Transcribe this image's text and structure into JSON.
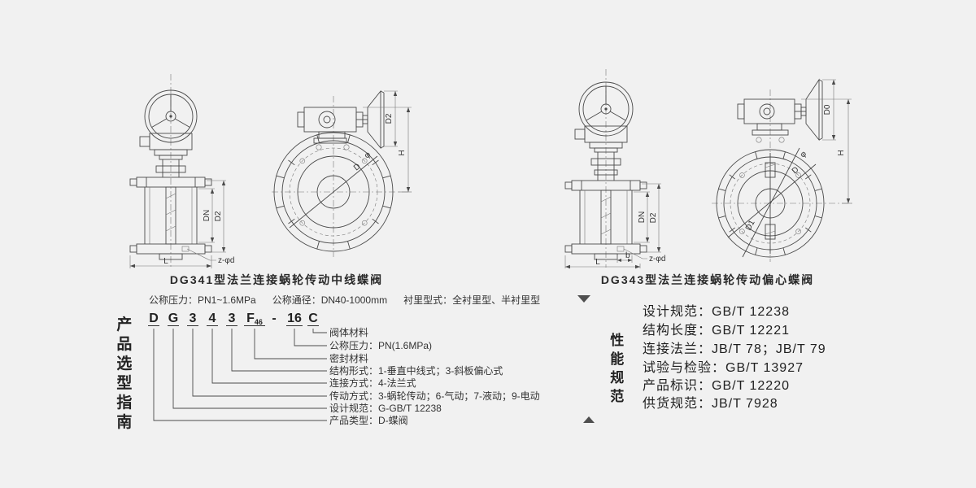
{
  "left_diagram": {
    "caption": "DG341型法兰连接蜗轮传动中线蝶阀",
    "front": {
      "dn": "DN",
      "d2": "D2",
      "l": "L",
      "bolt_holes": "z-φd"
    },
    "side": {
      "d2": "D2",
      "h": "H",
      "d": "D",
      "phi": "φ"
    }
  },
  "right_diagram": {
    "caption": "DG343型法兰连接蜗轮传动偏心蝶阀",
    "front": {
      "dn": "DN",
      "d2": "D2",
      "l": "L",
      "b": "b",
      "bolt_holes": "z-φd"
    },
    "side": {
      "d0": "D0",
      "h": "H",
      "d": "D",
      "d1": "D1",
      "phi": "φ"
    }
  },
  "selection_guide": {
    "section_label": "产品选型指南",
    "params": [
      "公称压力：PN1~1.6MPa",
      "公称通径：DN40-1000mm",
      "衬里型式：全衬里型、半衬里型"
    ],
    "code": [
      {
        "main": "D"
      },
      {
        "main": "G"
      },
      {
        "main": "3"
      },
      {
        "main": "4"
      },
      {
        "main": "3"
      },
      {
        "main": "F",
        "sub": "46"
      },
      {
        "main": "-"
      },
      {
        "main": "16"
      },
      {
        "main": "C"
      }
    ],
    "legend": [
      "阀体材料",
      "公称压力：PN(1.6MPa)",
      "密封材料",
      "结构形式：1-垂直中线式；3-斜板偏心式",
      "连接方式：4-法兰式",
      "传动方式：3-蜗轮传动；6-气动；7-液动；9-电动",
      "设计规范：G-GB/T 12238",
      "产品类型：D-蝶阀"
    ]
  },
  "performance_spec": {
    "section_label": "性能规范",
    "rows": [
      "设计规范：GB/T 12238",
      "结构长度：GB/T 12221",
      "连接法兰：JB/T 78；JB/T 79",
      "试验与检验：GB/T 13927",
      "产品标识：GB/T 12220",
      "供货规范：JB/T 7928"
    ]
  }
}
